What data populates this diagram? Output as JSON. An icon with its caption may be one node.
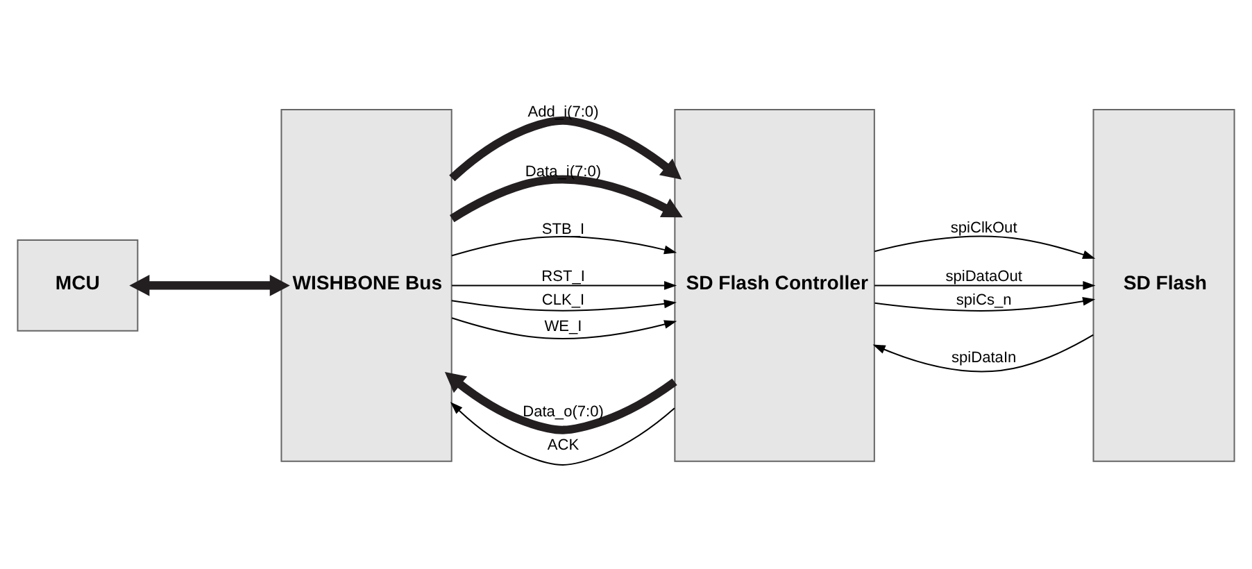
{
  "diagram": {
    "nodes": [
      {
        "text": [
          "MCU"
        ]
      },
      {
        "text": [
          "WISHBONE Bus"
        ]
      },
      {
        "text": [
          "SD Flash Controller"
        ]
      },
      {
        "text": [
          "SD Flash"
        ]
      }
    ],
    "edges": [
      {
        "from": 0,
        "to": 1,
        "arrow": "both",
        "style": "thick"
      },
      {
        "from": 2,
        "to": 1,
        "arrow": "to",
        "style": "thick",
        "label": "Data_o(7:0)"
      },
      {
        "from": 1,
        "to": 2,
        "arrow": "to",
        "style": "thick",
        "label": "Add_i(7:0)"
      },
      {
        "from": 1,
        "to": 2,
        "arrow": "to",
        "style": "thick",
        "label": "Data_i(7:0)"
      },
      {
        "from": 2,
        "to": 1,
        "arrow": "to",
        "label": "ACK"
      },
      {
        "from": 1,
        "to": 2,
        "arrow": "to",
        "label": "STB_I"
      },
      {
        "from": 1,
        "to": 2,
        "arrow": "to",
        "label": "RST_I"
      },
      {
        "from": 1,
        "to": 2,
        "arrow": "to",
        "label": "CLK_I"
      },
      {
        "from": 1,
        "to": 2,
        "arrow": "to",
        "label": "WE_I"
      },
      {
        "from": 2,
        "to": 3,
        "arrow": "to",
        "label": "spiClkOut"
      },
      {
        "from": 3,
        "to": 2,
        "arrow": "to",
        "label": "spiDataIn"
      },
      {
        "from": 2,
        "to": 3,
        "arrow": "to",
        "label": "spiDataOut"
      },
      {
        "from": 2,
        "to": 3,
        "arrow": "to",
        "label": "spiCs_n"
      }
    ]
  }
}
